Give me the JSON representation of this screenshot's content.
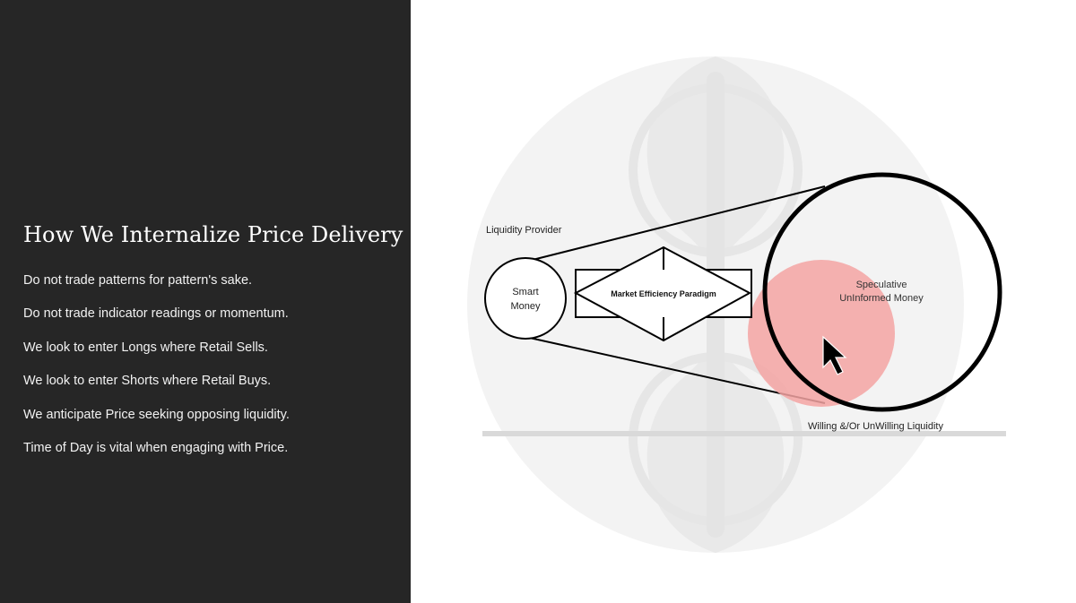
{
  "slide": {
    "title": "How We Internalize Price Delivery",
    "bullets": [
      "Do not trade patterns for pattern's sake.",
      "Do not trade indicator readings or momentum.",
      "We look to enter Longs where Retail Sells.",
      "We look to enter Shorts where Retail Buys.",
      "We anticipate Price seeking opposing liquidity.",
      "Time of Day is vital when engaging with Price."
    ]
  },
  "diagram": {
    "liquidity_provider_label": "Liquidity Provider",
    "smart_money_line1": "Smart",
    "smart_money_line2": "Money",
    "market_efficiency_label": "Market Efficiency Paradigm",
    "speculative_line1": "Speculative",
    "speculative_line2": "UnInformed Money",
    "liquidity_label": "Willing &/Or UnWilling Liquidity",
    "highlight_color": "#f4a9a8",
    "watermark_color": "#ececec"
  }
}
